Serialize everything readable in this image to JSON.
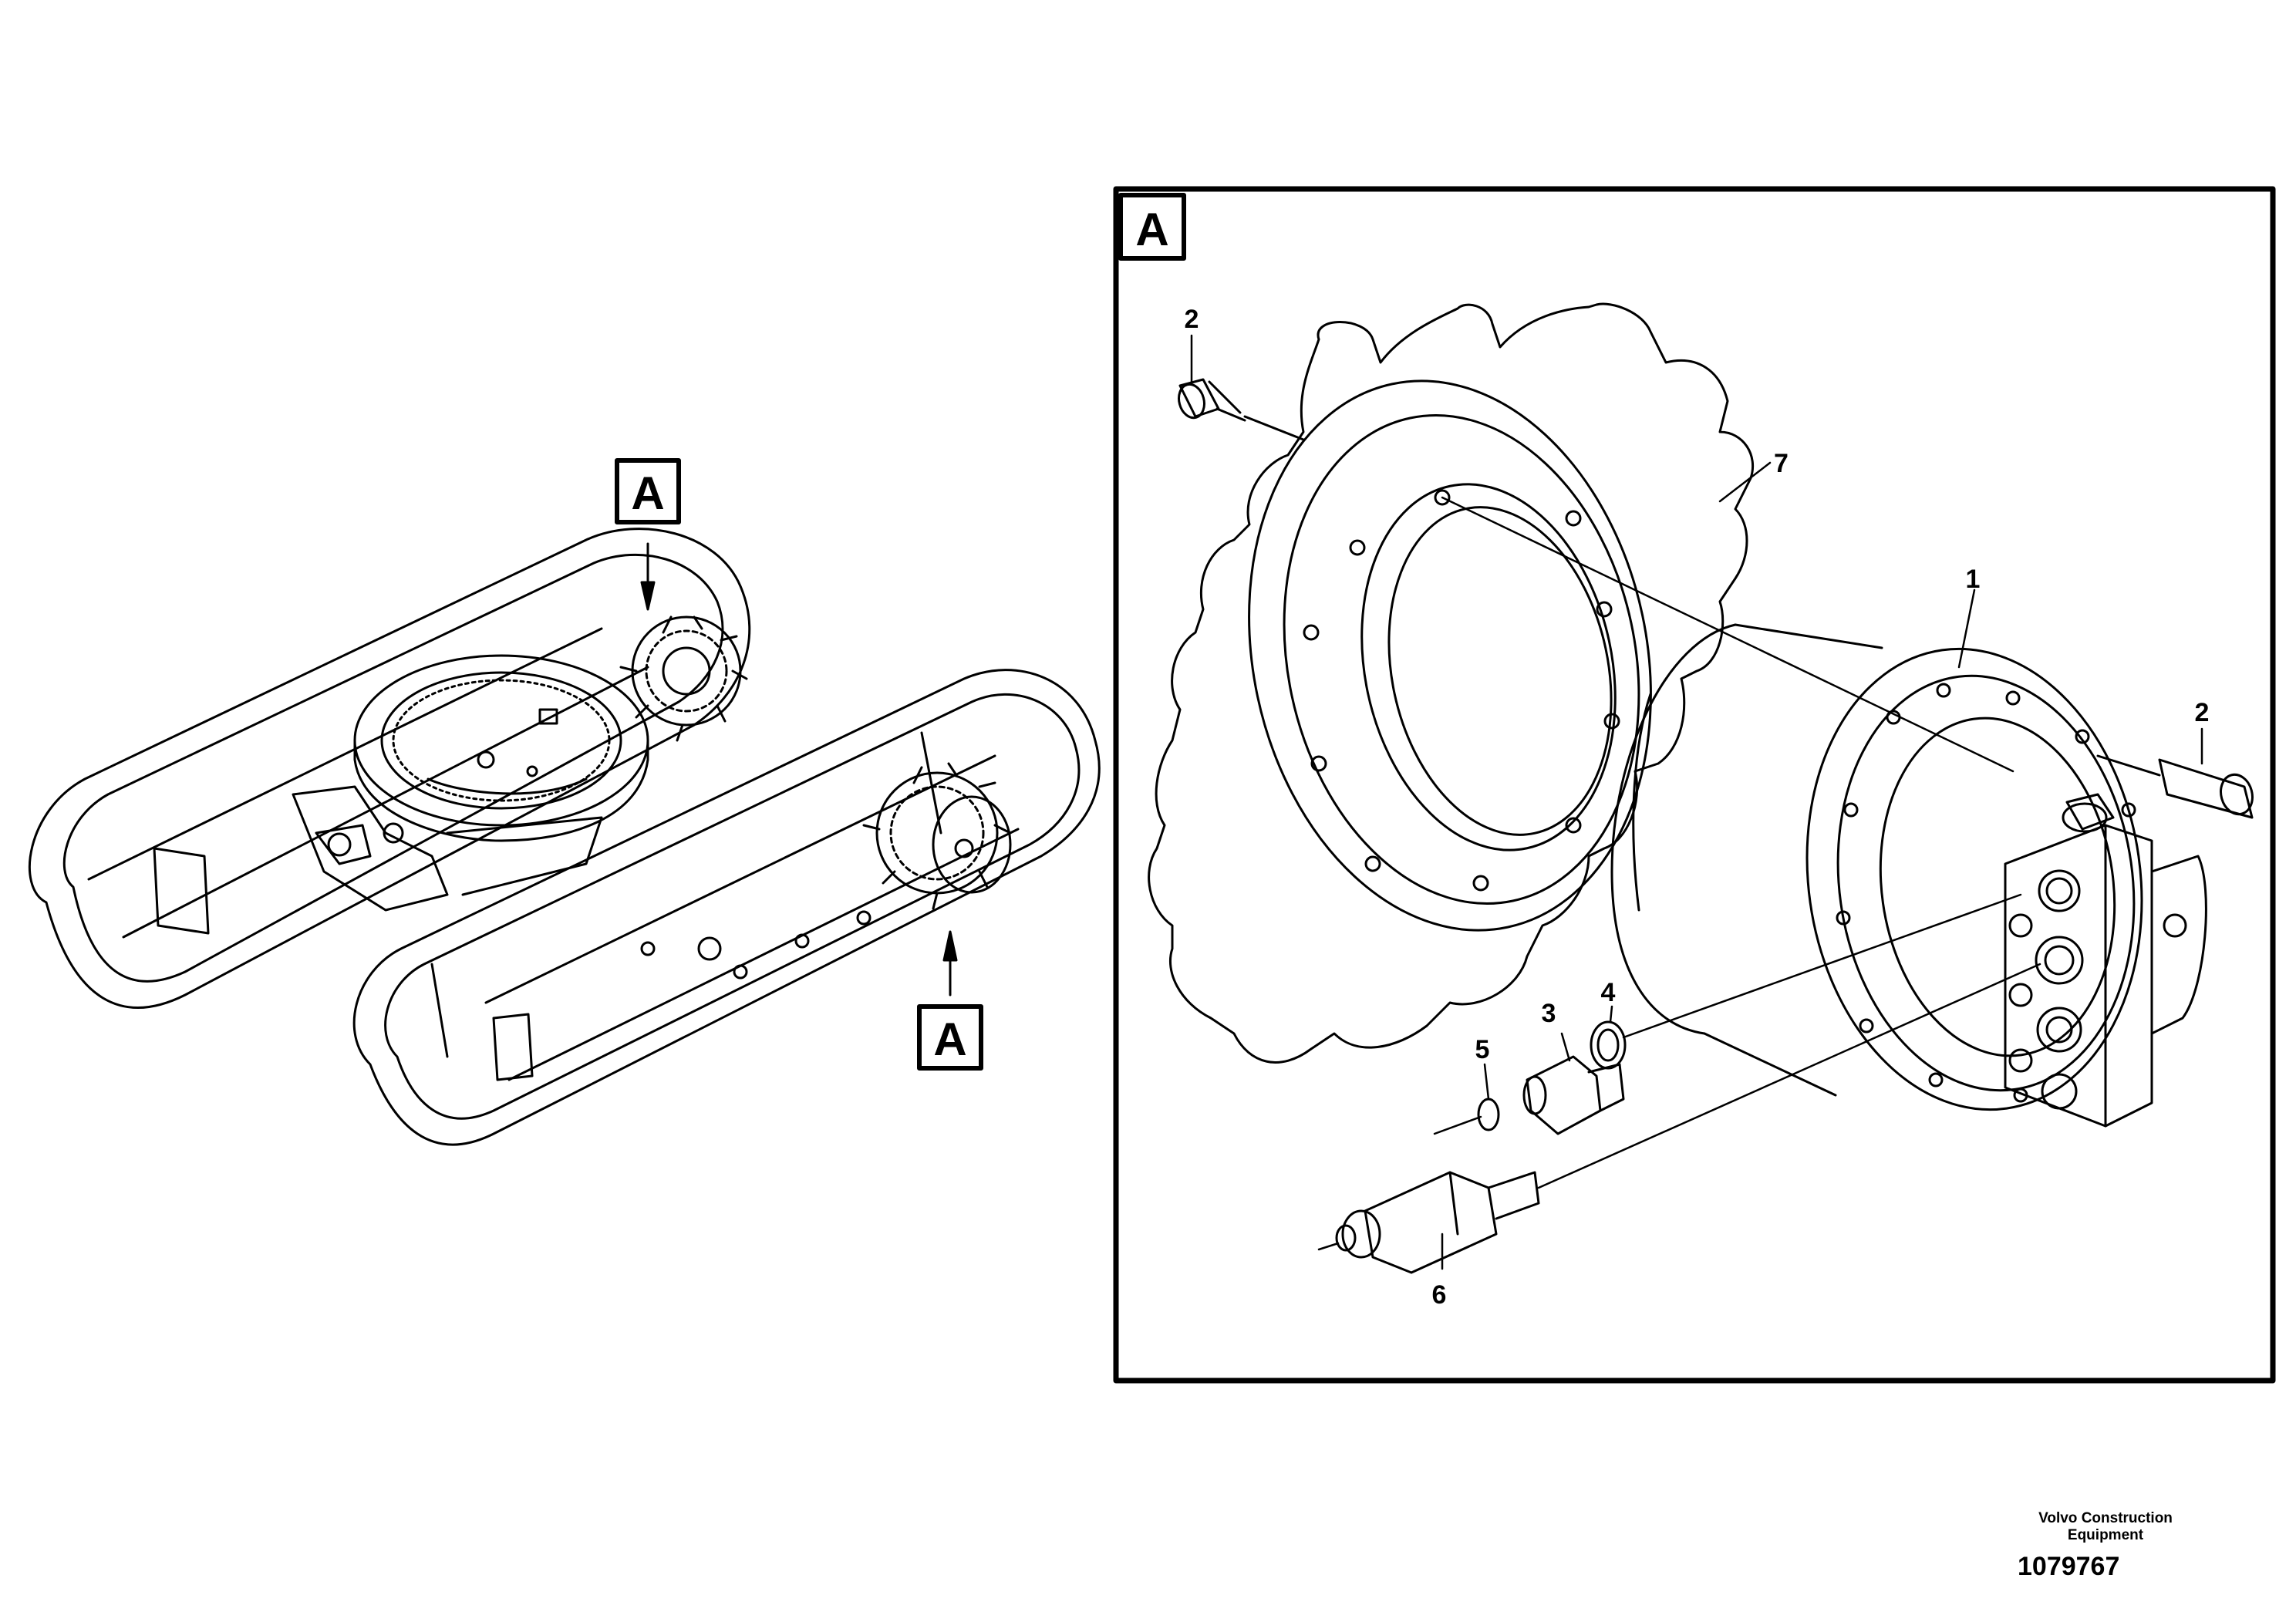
{
  "view_label_left_top": "A",
  "view_label_left_bottom": "A",
  "detail_box_label": "A",
  "callouts": {
    "part_1": "1",
    "part_2_left": "2",
    "part_2_right": "2",
    "part_3": "3",
    "part_4": "4",
    "part_5": "5",
    "part_6": "6",
    "part_7": "7"
  },
  "credit": {
    "maker": "Volvo Construction Equipment",
    "drawing_number": "1079767"
  },
  "colors": {
    "line": "#000000",
    "background": "#ffffff"
  }
}
